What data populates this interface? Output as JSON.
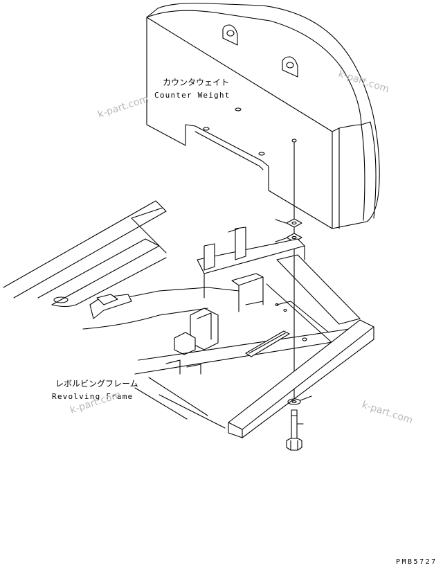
{
  "labels": {
    "counter_weight_jp": "カウンタウェイト",
    "counter_weight_en": "Counter Weight",
    "revolving_frame_jp": "レボルビングフレーム",
    "revolving_frame_en": "Revolving Frame"
  },
  "watermarks": [
    "k-part.com",
    "k-part.com",
    "k-part.com",
    "k-part.com"
  ],
  "drawing_code": "PMB5727",
  "colors": {
    "line": "#000000",
    "background": "#ffffff",
    "watermark": "#b8b8b8"
  }
}
